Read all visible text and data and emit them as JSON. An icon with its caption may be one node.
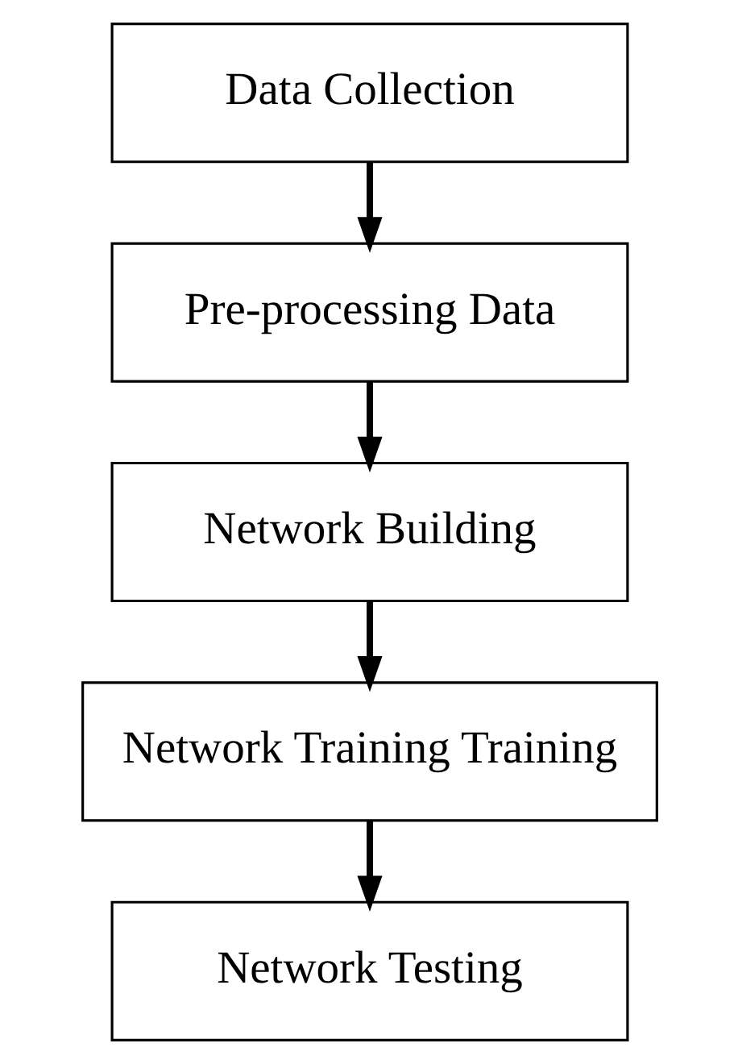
{
  "diagram": {
    "nodes": [
      {
        "text": [
          "Data Collection"
        ]
      },
      {
        "text": [
          "Pre-processing Data"
        ]
      },
      {
        "text": [
          "Network Building"
        ]
      },
      {
        "text": [
          "Network Training Training"
        ]
      },
      {
        "text": [
          "Network Testing"
        ]
      }
    ],
    "edges": [
      {
        "from": 0,
        "to": 1,
        "arrow": "to"
      },
      {
        "from": 1,
        "to": 2,
        "arrow": "to"
      },
      {
        "from": 2,
        "to": 3,
        "arrow": "to"
      },
      {
        "from": 3,
        "to": 4,
        "arrow": "to"
      }
    ]
  }
}
